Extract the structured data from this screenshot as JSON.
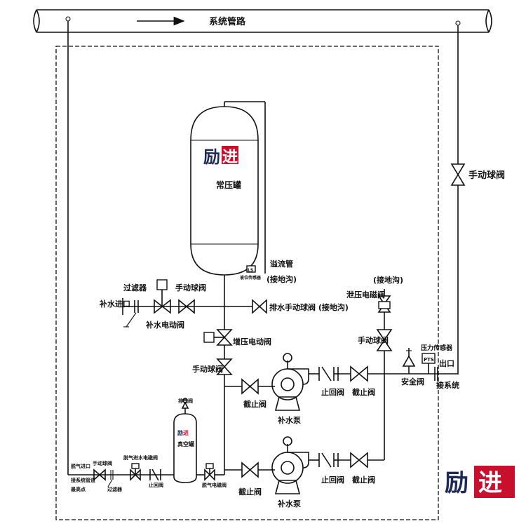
{
  "colors": {
    "line": "#111111",
    "brand_blue": "#1c2a55",
    "brand_red": "#c8102e"
  },
  "labels": {
    "system_pipe": "系统管路",
    "manual_ball_valve_right": "手动球阀",
    "tank_name": "常压罐",
    "overflow_pipe": "溢流管",
    "level_sensor": "液位传感器",
    "to_floor_drain": "(接地沟)",
    "filter": "过滤器",
    "water_inlet": "补水进口",
    "makeup_solenoid_valve": "补水电动阀",
    "manual_ball_valve_top": "手动球阀",
    "drain_manual_ball_valve": "排水手动球阀 (接地沟)",
    "boost_solenoid_valve": "增压电动阀",
    "manual_ball_valve_mid": "手动球阀",
    "pressure_relief_solenoid": "泄压电磁阀",
    "to_floor_drain_2": "(接地沟)",
    "manual_ball_valve_relief": "手动球阀",
    "pressure_sensor": "压力传感器",
    "outlet": "出口",
    "to_system": "接系统",
    "safety_valve": "安全阀",
    "check_valve_1": "止回阀",
    "stop_valve_1": "截止阀",
    "stop_valve_pump1": "截止阀",
    "makeup_pump_1": "补水泵",
    "check_valve_2": "止回阀",
    "stop_valve_2": "截止阀",
    "stop_valve_pump2": "截止阀",
    "makeup_pump_2": "补水泵",
    "vent_valve": "排气阀",
    "vacuum_tank": "真空罐",
    "degas_inlet": "脱气进口",
    "connect_system_pipe": "接系统管道",
    "highest_point": "最高点",
    "manual_valve_small": "手动球阀",
    "degas_solenoid": "脱气进水电磁阀",
    "filter_small": "过滤器",
    "check_valve_small": "止回阀",
    "degas_solenoid_2": "脱气电磁阀",
    "pts": "PTS",
    "ls": "LS"
  },
  "brand": {
    "char1": "励",
    "char2": "进"
  }
}
